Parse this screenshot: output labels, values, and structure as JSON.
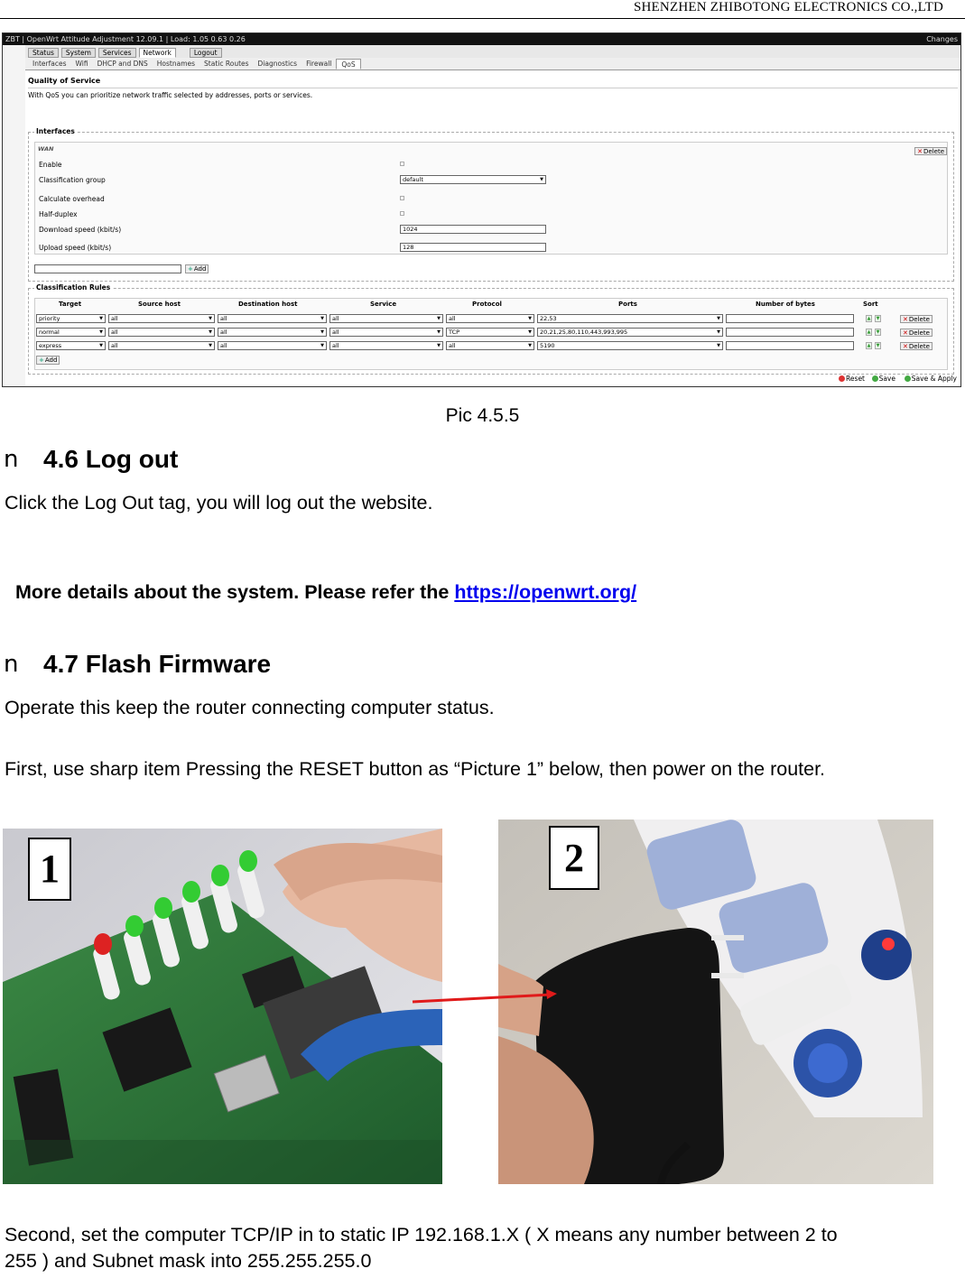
{
  "header": {
    "company": "SHENZHEN ZHIBOTONG ELECTRONICS CO.,LTD"
  },
  "screenshot": {
    "titlebar": "ZBT | OpenWrt Attitude Adjustment 12.09.1 | Load: 1.05 0.63 0.26",
    "changes": "Changes",
    "menu": [
      "Status",
      "System",
      "Services",
      "Network",
      "Logout"
    ],
    "active_menu": "Network",
    "tabs": [
      "Interfaces",
      "Wifi",
      "DHCP and DNS",
      "Hostnames",
      "Static Routes",
      "Diagnostics",
      "Firewall",
      "QoS"
    ],
    "active_tab": "QoS",
    "page_title": "Quality of Service",
    "description": "With QoS you can prioritize network traffic selected by addresses, ports or services.",
    "interfaces_legend": "Interfaces",
    "wan_label": "WAN",
    "delete_label": "Delete",
    "add_label": "Add",
    "fields": {
      "enable": "Enable",
      "classification_group": "Classification group",
      "classification_group_value": "default",
      "calculate_overhead": "Calculate overhead",
      "half_duplex": "Half-duplex",
      "download_speed": "Download speed (kbit/s)",
      "download_speed_value": "1024",
      "upload_speed": "Upload speed (kbit/s)",
      "upload_speed_value": "128"
    },
    "rules_legend": "Classification Rules",
    "rules_headers": [
      "Target",
      "Source host",
      "Destination host",
      "Service",
      "Protocol",
      "Ports",
      "Number of bytes",
      "Sort"
    ],
    "rules": [
      {
        "target": "priority",
        "source": "all",
        "destination": "all",
        "service": "all",
        "protocol": "all",
        "ports": "22,53"
      },
      {
        "target": "normal",
        "source": "all",
        "destination": "all",
        "service": "all",
        "protocol": "TCP",
        "ports": "20,21,25,80,110,443,993,995"
      },
      {
        "target": "express",
        "source": "all",
        "destination": "all",
        "service": "all",
        "protocol": "all",
        "ports": "5190"
      }
    ],
    "footer": {
      "reset": "Reset",
      "save": "Save",
      "save_apply": "Save & Apply"
    }
  },
  "caption": "Pic 4.5.5",
  "section_46": {
    "bullet": "n",
    "title": "4.6 Log out",
    "text": "Click the Log Out tag, you will log out the website."
  },
  "details": {
    "text": "More details about the system. Please refer the ",
    "link": "https://openwrt.org/"
  },
  "section_47": {
    "bullet": "n",
    "title": "4.7 Flash Firmware",
    "text1": "Operate this keep the router connecting computer status.",
    "text2": "First, use sharp item Pressing the RESET button as “Picture 1” below, then power on the router."
  },
  "photos": {
    "badge1": "1",
    "badge2": "2"
  },
  "second": {
    "line1": "Second, set the computer TCP/IP in to static IP 192.168.1.X ( X means any number between 2 to",
    "line2": "255 ) and Subnet mask into 255.255.255.0"
  }
}
